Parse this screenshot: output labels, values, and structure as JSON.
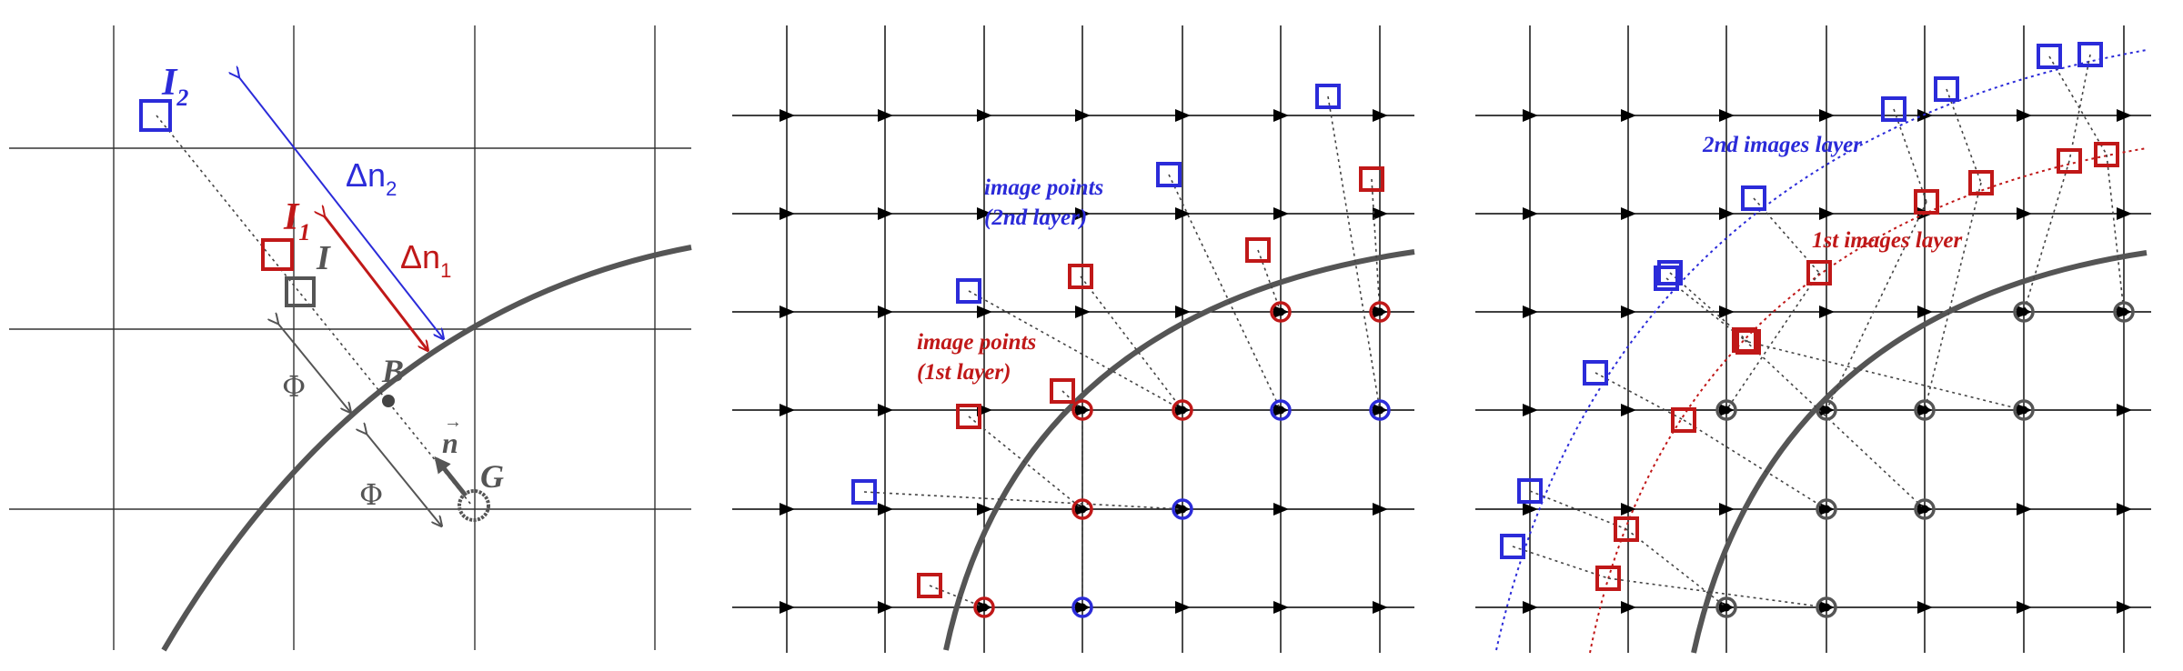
{
  "colors": {
    "blue": "#2b2bd9",
    "red": "#c01818",
    "gray": "#555555",
    "grid": "#000000"
  },
  "panel_left": {
    "label_I2": "I",
    "label_I2_sub": "2",
    "label_I1": "I",
    "label_I1_sub": "1",
    "label_I": "I",
    "label_B": "B",
    "label_G": "G",
    "label_n": "n",
    "label_dn2": "Δn",
    "label_dn2_sub": "2",
    "label_dn1": "Δn",
    "label_dn1_sub": "1",
    "label_phi_upper": "Φ",
    "label_phi_lower": "Φ"
  },
  "panel_middle": {
    "label_blue_line1": "image points",
    "label_blue_line2": "(2nd layer)",
    "label_red_line1": "image points",
    "label_red_line2": "(1st layer)"
  },
  "panel_right": {
    "label_blue": "2nd images layer",
    "label_red": "1st images layer"
  }
}
